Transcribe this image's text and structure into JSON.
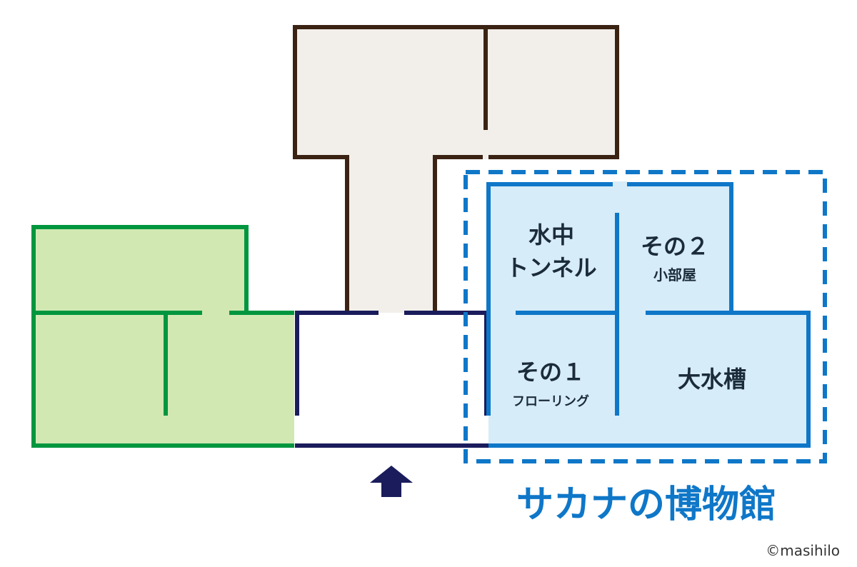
{
  "map": {
    "colors": {
      "green_fill": "#d1e8b3",
      "green_wall": "#00963f",
      "brown_fill": "#f2efea",
      "brown_wall": "#3b2314",
      "navy_wall": "#1a1c5b",
      "blue_fill": "#d6ecf8",
      "blue_wall": "#0f77c8",
      "text": "#1b2b3a"
    },
    "rooms": {
      "tunnel": {
        "line1": "水中",
        "line2": "トンネル"
      },
      "room2": {
        "name": "その２",
        "sub": "小部屋"
      },
      "room1": {
        "name": "その１",
        "sub": "フローリング"
      },
      "tank": {
        "name": "大水槽"
      }
    },
    "entrance_icon": "up-arrow-icon",
    "museum_name": "サカナの博物館",
    "credit": "©masihilo"
  }
}
